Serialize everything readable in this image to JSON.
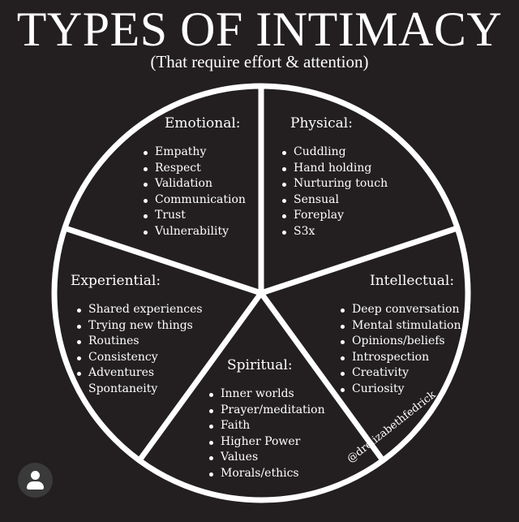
{
  "title": "TYPES OF INTIMACY",
  "subtitle": "(That require effort & attention)",
  "sections": {
    "emotional": {
      "heading": "Emotional:",
      "items": [
        "Empathy",
        "Respect",
        "Validation",
        "Communication",
        "Trust",
        "Vulnerability"
      ]
    },
    "physical": {
      "heading": "Physical:",
      "items": [
        "Cuddling",
        "Hand holding",
        "Nurturing touch",
        "Sensual",
        "Foreplay",
        "S3x"
      ]
    },
    "experiential": {
      "heading": "Experiential:",
      "items": [
        "Shared experiences",
        "Trying new things",
        "Routines",
        "Consistency",
        "Adventures",
        "Spontaneity"
      ]
    },
    "intellectual": {
      "heading": "Intellectual:",
      "items": [
        "Deep conversation",
        "Mental stimulation",
        "Opinions/beliefs",
        "Introspection",
        "Creativity",
        "Curiosity"
      ]
    },
    "spiritual": {
      "heading": "Spiritual:",
      "items": [
        "Inner worlds",
        "Prayer/meditation",
        "Faith",
        "Higher Power",
        "Values",
        "Morals/ethics"
      ]
    }
  },
  "watermark": "@drelizabethfedrick",
  "colors": {
    "background": "#231f20",
    "foreground": "#ffffff"
  },
  "icons": {
    "avatar": "user-avatar-icon"
  }
}
